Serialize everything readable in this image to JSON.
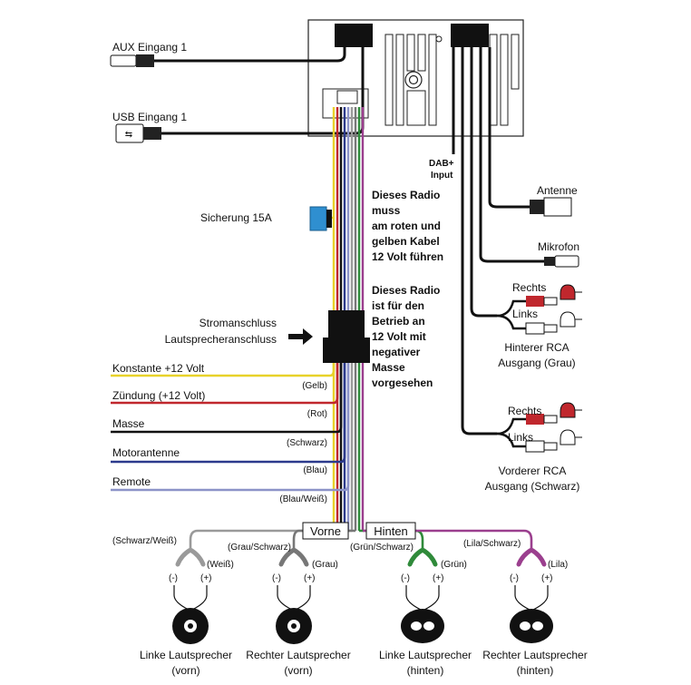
{
  "inputs": {
    "aux": "AUX Eingang 1",
    "usb": "USB Eingang 1",
    "dab": [
      "DAB+",
      "Input"
    ]
  },
  "fuse": "Sicherung 15A",
  "note1": [
    "Dieses Radio",
    "muss",
    "am roten und",
    "gelben Kabel",
    "12 Volt führen"
  ],
  "note2": [
    "Dieses Radio",
    "ist für den",
    "Betrieb an",
    "12 Volt mit",
    "negativer",
    "Masse",
    "vorgesehen"
  ],
  "connector_label": [
    "Stromanschluss",
    "Lautsprecheranschluss"
  ],
  "outputs": {
    "antenna": "Antenne",
    "mic": "Mikrofon",
    "rear_rca": {
      "right": "Rechts",
      "left": "Links",
      "title": [
        "Hinterer RCA",
        "Ausgang (Grau)"
      ]
    },
    "front_rca": {
      "right": "Rechts",
      "left": "Links",
      "title": [
        "Vorderer RCA",
        "Ausgang (Schwarz)"
      ]
    }
  },
  "wires": [
    {
      "label": "Konstante +12 Volt",
      "color_name": "(Gelb)",
      "color": "#e8d22a"
    },
    {
      "label": "Zündung (+12 Volt)",
      "color_name": "(Rot)",
      "color": "#c0272d"
    },
    {
      "label": "Masse",
      "color_name": "(Schwarz)",
      "color": "#111111"
    },
    {
      "label": "Motorantenne",
      "color_name": "(Blau)",
      "color": "#2c3a8c"
    },
    {
      "label": "Remote",
      "color_name": "(Blau/Weiß)",
      "color": "#8c93c8"
    }
  ],
  "speaker_groups": {
    "front": "Vorne",
    "rear": "Hinten"
  },
  "speakers": [
    {
      "neg": "(Schwarz/Weiß)",
      "pos": "(Weiß)",
      "name": [
        "Linke Lautsprecher",
        "(vorn)"
      ],
      "color": "#9a9a9a"
    },
    {
      "neg": "(Grau/Schwarz)",
      "pos": "(Grau)",
      "name": [
        "Rechter Lautsprecher",
        "(vorn)"
      ],
      "color": "#777777"
    },
    {
      "neg": "(Grün/Schwarz)",
      "pos": "(Grün)",
      "name": [
        "Linke Lautsprecher",
        "(hinten)"
      ],
      "color": "#2f8a3a"
    },
    {
      "neg": "(Lila/Schwarz)",
      "pos": "(Lila)",
      "name": [
        "Rechter Lautsprecher",
        "(hinten)"
      ],
      "color": "#9b3f8e"
    }
  ],
  "polarity": {
    "neg": "(-)",
    "pos": "(+)"
  }
}
